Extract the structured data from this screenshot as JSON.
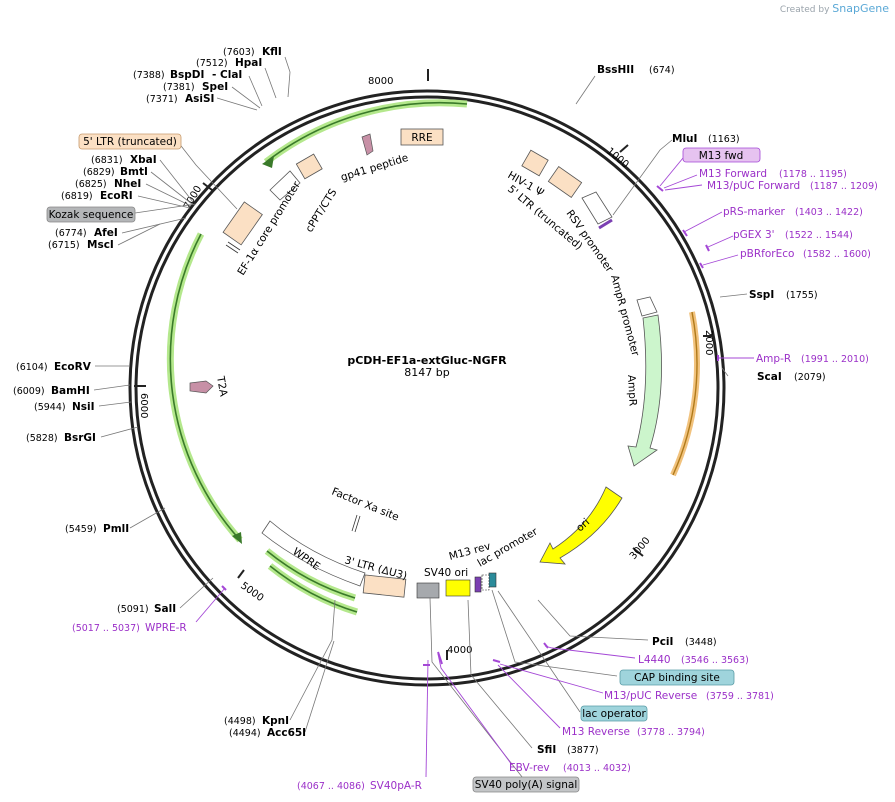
{
  "brand": {
    "created_by": "Created by",
    "name": "SnapGene"
  },
  "plasmid": {
    "name": "pCDH-EF1a-extGluc-NGFR",
    "size": "8147 bp"
  },
  "ticks": [
    "1000",
    "2000",
    "3000",
    "4000",
    "5000",
    "6000",
    "7000",
    "8000"
  ],
  "sites_left": [
    {
      "pos": "(7603)",
      "name": "KflI"
    },
    {
      "pos": "(7512)",
      "name": "HpaI"
    },
    {
      "pos": "(7388)",
      "name": "BspDI",
      "extra": "-  ClaI"
    },
    {
      "pos": "(7381)",
      "name": "SpeI"
    },
    {
      "pos": "(7371)",
      "name": "AsiSI"
    },
    {
      "pos": "(6831)",
      "name": "XbaI"
    },
    {
      "pos": "(6829)",
      "name": "BmtI"
    },
    {
      "pos": "(6825)",
      "name": "NheI"
    },
    {
      "pos": "(6819)",
      "name": "EcoRI"
    },
    {
      "pos": "(6774)",
      "name": "AfeI"
    },
    {
      "pos": "(6715)",
      "name": "MscI"
    },
    {
      "pos": "(6104)",
      "name": "EcoRV"
    },
    {
      "pos": "(6009)",
      "name": "BamHI"
    },
    {
      "pos": "(5944)",
      "name": "NsiI"
    },
    {
      "pos": "(5828)",
      "name": "BsrGI"
    },
    {
      "pos": "(5459)",
      "name": "PmlI"
    },
    {
      "pos": "(5091)",
      "name": "SalI"
    },
    {
      "pos": "(4498)",
      "name": "KpnI"
    },
    {
      "pos": "(4494)",
      "name": "Acc65I"
    }
  ],
  "sites_right": [
    {
      "name": "BssHII",
      "pos": "(674)"
    },
    {
      "name": "MluI",
      "pos": "(1163)"
    },
    {
      "name": "SspI",
      "pos": "(1755)"
    },
    {
      "name": "ScaI",
      "pos": "(2079)"
    },
    {
      "name": "PciI",
      "pos": "(3448)"
    },
    {
      "name": "SfiI",
      "pos": "(3877)"
    }
  ],
  "primers": [
    {
      "name": "M13 Forward",
      "range": "(1178 .. 1195)"
    },
    {
      "name": "M13/pUC Forward",
      "range": "(1187 .. 1209)"
    },
    {
      "name": "pRS-marker",
      "range": "(1403 .. 1422)"
    },
    {
      "name": "pGEX 3'",
      "range": "(1522 .. 1544)"
    },
    {
      "name": "pBRforEco",
      "range": "(1582 .. 1600)"
    },
    {
      "name": "Amp-R",
      "range": "(1991 .. 2010)"
    },
    {
      "name": "L4440",
      "range": "(3546 .. 3563)"
    },
    {
      "name": "M13/pUC Reverse",
      "range": "(3759 .. 3781)"
    },
    {
      "name": "M13 Reverse",
      "range": "(3778 .. 3794)"
    },
    {
      "name": "EBV-rev",
      "range": "(4013 .. 4032)"
    },
    {
      "name": "SV40pA-R",
      "range": "(4067 .. 4086)"
    },
    {
      "name": "WPRE-R",
      "range": "(5017 .. 5037)"
    }
  ],
  "boxed_labels": {
    "m13_fwd": "M13 fwd",
    "ltr5_trunc": "5' LTR (truncated)",
    "kozak": "Kozak sequence",
    "cap": "CAP binding site",
    "lac_op": "lac operator",
    "sv40polya": "SV40 poly(A) signal"
  },
  "features": {
    "rre": "RRE",
    "gp41": "gp41 peptide",
    "cppt": "cPPT/CTS",
    "ef1a": "EF-1α core promoter",
    "hiv_psi": "HIV-1 Ψ",
    "ltr5": "5' LTR (truncated)",
    "rsv": "RSV promoter",
    "ampr_prom": "AmpR promoter",
    "ampr": "AmpR",
    "ori": "ori",
    "lac_prom": "lac promoter",
    "m13rev": "M13 rev",
    "sv40ori": "SV40 ori",
    "ltr3": "3' LTR (ΔU3)",
    "wpre": "WPRE",
    "factor_xa": "Factor Xa site",
    "t2a": "T2A"
  }
}
